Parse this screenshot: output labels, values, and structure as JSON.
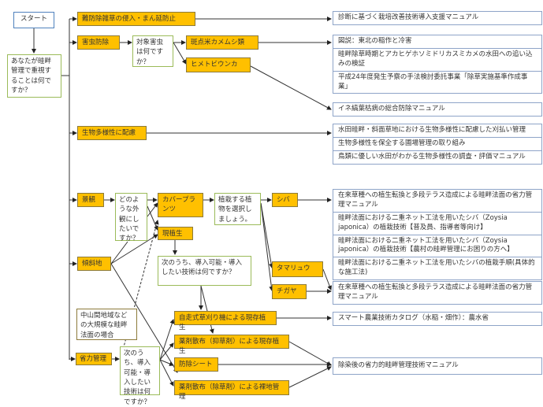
{
  "start": "スタート",
  "q_main": "あなたが畦畔管理で重視することは何ですか？",
  "cat": {
    "weeds": "難防除雑草の侵入・まん延防止",
    "pests": "害虫防除",
    "bio": "生物多様性に配慮",
    "landscape": "景観",
    "slope": "傾斜地",
    "labor": "省力管理"
  },
  "q_pest": "対象害虫は何ですか？",
  "pest": {
    "bug": "斑点米カメムシ類",
    "hopper": "ヒメトビウンカ"
  },
  "q_look": "どのような外観にしたいですか？",
  "cover": "カバープランツ",
  "veg": "現植生",
  "q_plant": "植栽する植物を選択しましょう。",
  "plants": {
    "shiba": "シバ",
    "tama": "タマリュウ",
    "chigaya": "チガヤ"
  },
  "q_tech1": "次のうち、導入可能・導入したい技術は何ですか？",
  "note": "中山間地域などの大規模な畦畔法面の場合",
  "q_tech2": "次のうち、導入可能・導入したい技術は何ですか？",
  "tech": {
    "mower": "自走式草刈り機による現存植生",
    "suppress": "薬剤散布（抑草剤）による現存植生",
    "sheet": "防除シート",
    "herbicide": "薬剤散布（除草剤）による裸地管理"
  },
  "manuals": {
    "m1": "診断に基づく栽培改善技術導入支援マニュアル",
    "pest": [
      "図説：東北の稲作と冷害",
      "畦畔除草時期とアカヒゲホソミドリカスミカメの水田への追い込みの検証",
      "平成24年度発生予察の手法検討委託事業「除草実施基準作成事業」"
    ],
    "m_ine": "イネ縞葉枯病の総合防除マニュアル",
    "bio": [
      "水田畦畔・斜面草地における生物多様性に配慮した刈払い管理",
      "生物多様性を保全する圃場管理の取り組み",
      "鳥類に優しい水田がわかる生物多様性の調査・評価マニュアル"
    ],
    "land": [
      "在来草種への植生転換と多段テラス造成による畦畔法面の省力管理マニュアル",
      "畦畔法面における二重ネット工法を用いたシバ（Zoysia japonica）の植栽技術【普及員、指導者等向け】",
      "畦畔法面における二重ネット工法を用いたシバ（Zoysia japonica）の植栽技術【農村の畦畔管理にお困りの方へ】",
      "畦畔法面における二重ネット工法を用いたシバの植栽手順(具体的な施工法)"
    ],
    "m_native": "在来草種への植生転換と多段テラス造成による畦畔法面の省力管理マニュアル",
    "m_smart": "スマート農業技術カタログ（水稲・畑作）：農水省",
    "m_decon": "除染後の省力的畦畔管理技術マニュアル"
  }
}
